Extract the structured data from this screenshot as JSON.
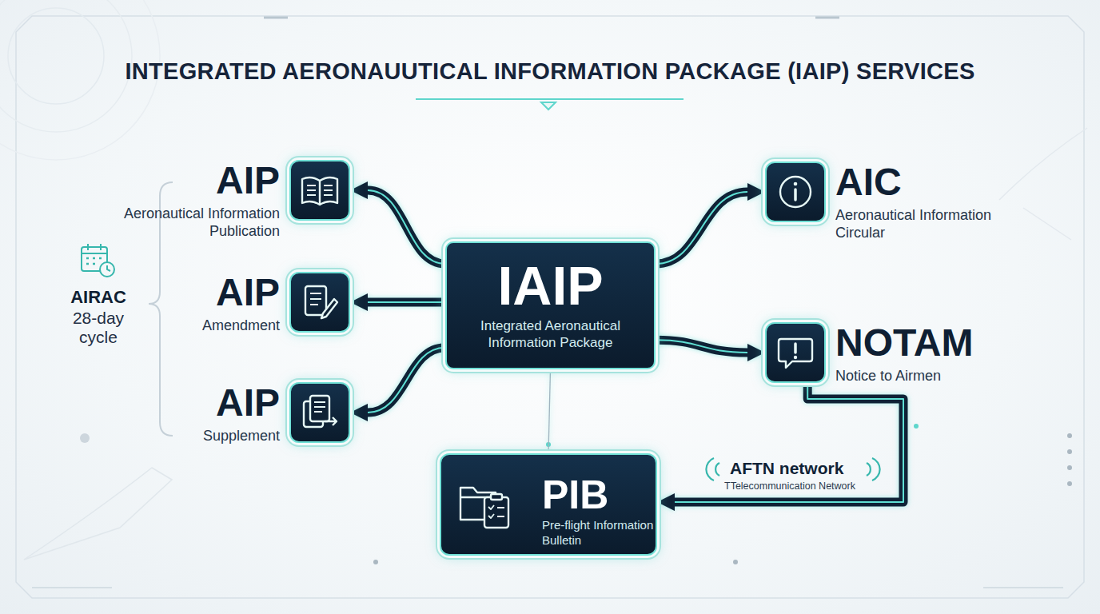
{
  "diagram": {
    "title": "INTEGRATED AERONAUUTICAL INFORMATION PACKAGE (IAIP) SERVICES",
    "nodes": [
      {
        "text": [
          "AIP",
          "Aeronautical Information Publication"
        ]
      },
      {
        "text": [
          "AIP",
          "Amendment"
        ]
      },
      {
        "text": [
          "AIP",
          "Supplement"
        ]
      },
      {
        "text": [
          "IAIP",
          "Integrated Aeronautical Information Package"
        ]
      },
      {
        "text": [
          "AIC",
          "Aeronautical Information Circular"
        ]
      },
      {
        "text": [
          "NOTAM",
          "Notice to Airmen"
        ]
      },
      {
        "text": [
          "PIB",
          "Pre-flight Information Bulletin"
        ]
      }
    ],
    "edges": [
      {
        "from": 3,
        "to": 0,
        "arrow": "to"
      },
      {
        "from": 3,
        "to": 1,
        "arrow": "to"
      },
      {
        "from": 3,
        "to": 2,
        "arrow": "to"
      },
      {
        "from": 3,
        "to": 4,
        "arrow": "to"
      },
      {
        "from": 3,
        "to": 5,
        "arrow": "to"
      },
      {
        "from": 5,
        "to": 6,
        "arrow": "to",
        "label": "AFTN network"
      },
      {
        "from": 3,
        "to": 6,
        "arrow": "none"
      }
    ],
    "labels": [
      "AIRAC",
      "28-day cycle",
      "TTelecommunication Network"
    ]
  }
}
